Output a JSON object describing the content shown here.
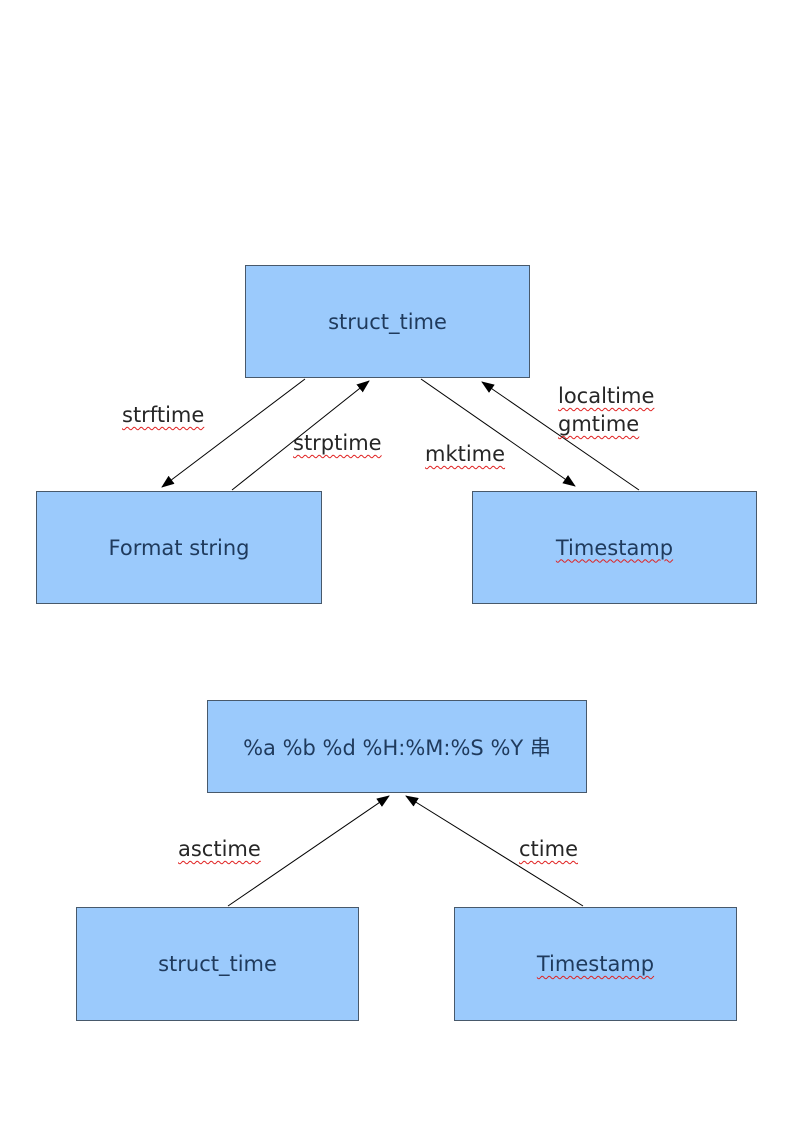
{
  "diagram_top": {
    "nodes": {
      "struct_time": {
        "label": "struct_time"
      },
      "format_string": {
        "label": "Format string"
      },
      "timestamp": {
        "label": "Timestamp"
      }
    },
    "edge_labels": {
      "strftime": "strftime",
      "strptime": "strptime",
      "mktime": "mktime",
      "localtime_gmtime": "localtime\ngmtime"
    }
  },
  "diagram_bottom": {
    "nodes": {
      "format_pattern": {
        "label": "%a %b %d %H:%M:%S %Y 串"
      },
      "struct_time": {
        "label": "struct_time"
      },
      "timestamp": {
        "label": "Timestamp"
      }
    },
    "edge_labels": {
      "asctime": "asctime",
      "ctime": "ctime"
    }
  },
  "colors": {
    "box_fill": "#9bcafc",
    "box_border": "#48596b",
    "box_text": "#1f3a5c",
    "edge_label_text": "#262626",
    "spellcheck_underline": "#e02020",
    "arrow": "#000000",
    "page_background": "#ffffff"
  }
}
